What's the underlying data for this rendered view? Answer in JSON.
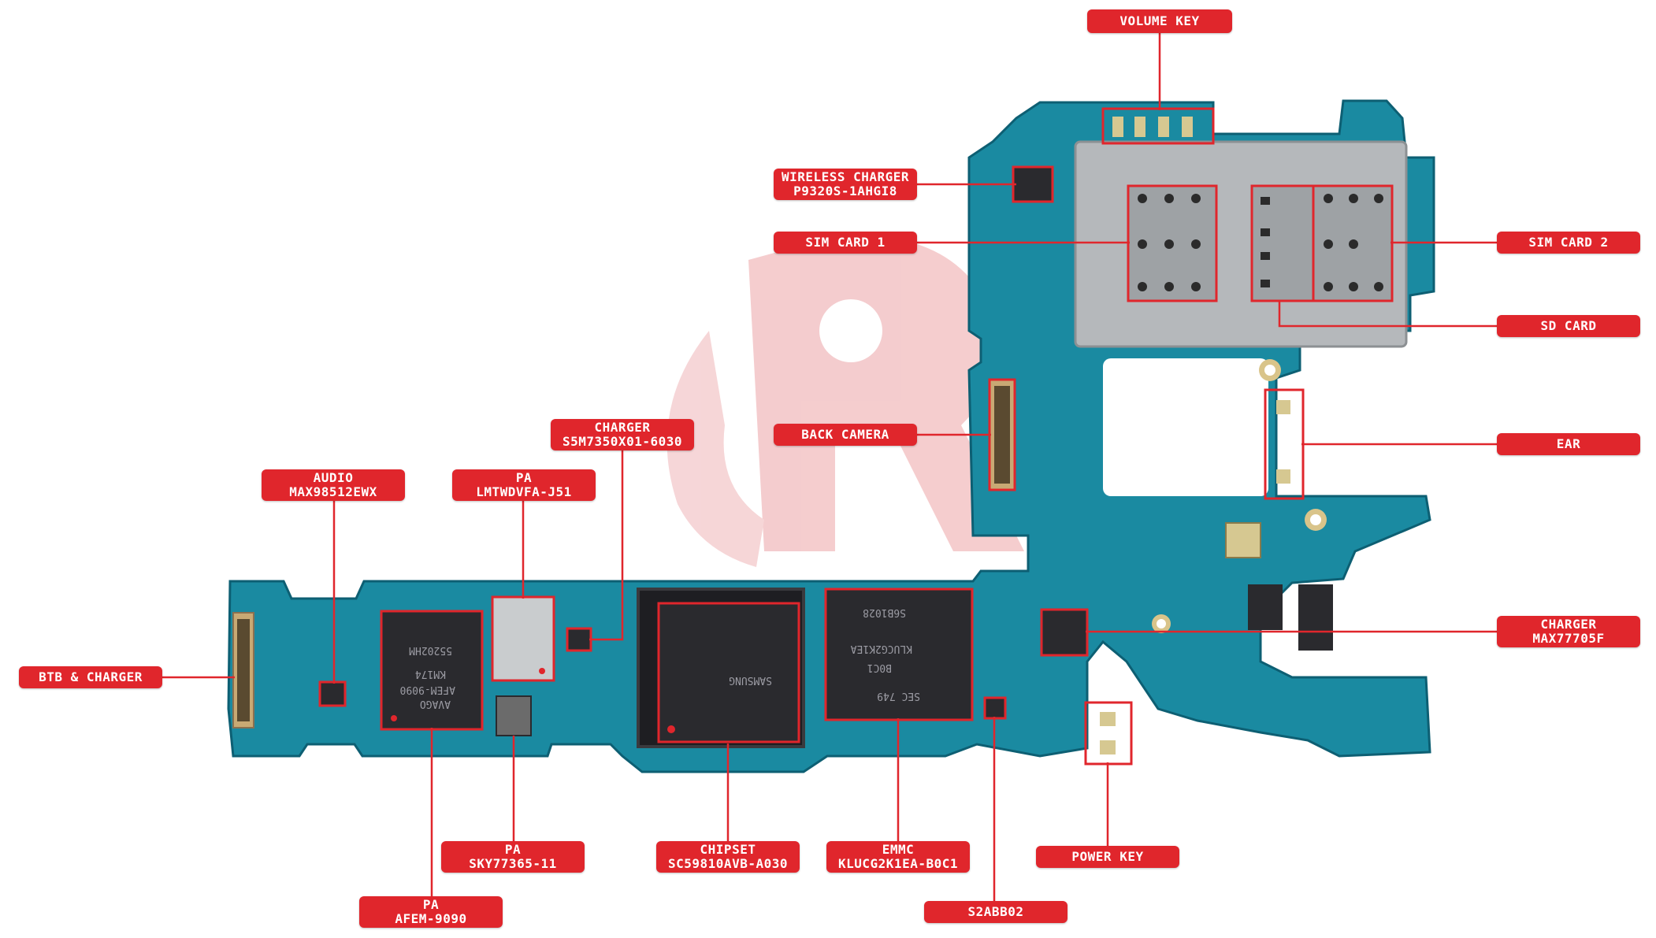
{
  "labels": {
    "volume_key": "VOLUME KEY",
    "wireless_charger_1": "WIRELESS CHARGER",
    "wireless_charger_2": "P9320S-1AHGI8",
    "sim_card_1": "SIM CARD 1",
    "sim_card_2": "SIM CARD 2",
    "sd_card": "SD CARD",
    "back_camera": "BACK CAMERA",
    "ear": "EAR",
    "charger_s5m_1": "CHARGER",
    "charger_s5m_2": "S5M7350X01-6030",
    "audio_1": "AUDIO",
    "audio_2": "MAX98512EWX",
    "pa_lmt_1": "PA",
    "pa_lmt_2": "LMTWDVFA-J51",
    "btb_charger": "BTB & CHARGER",
    "charger_max_1": "CHARGER",
    "charger_max_2": "MAX77705F",
    "pa_sky_1": "PA",
    "pa_sky_2": "SKY77365-11",
    "chipset_1": "CHIPSET",
    "chipset_2": "SC59810AVB-A030",
    "emmc_1": "EMMC",
    "emmc_2": "KLUCG2K1EA-B0C1",
    "power_key": "POWER KEY",
    "pa_afem_1": "PA",
    "pa_afem_2": "AFEM-9090",
    "s2abb02": "S2ABB02"
  },
  "chip_markings": {
    "chipset_text_1": "SAMSUNG",
    "emmc_text_1": "S6B1028",
    "emmc_text_2": "KLUCG2K1EA",
    "emmc_text_3": "B0C1",
    "emmc_text_4": "SEC 749",
    "pa_afem_text_1": "AVAGO",
    "pa_afem_text_2": "AFEM-9090",
    "pa_afem_text_3": "KM174",
    "pa_afem_text_4": "55202HM"
  },
  "colors": {
    "label_bg": "#e0262c",
    "pcb": "#1b8aa0",
    "pcb_dark": "#0f6f84",
    "chip": "#2a2a2e",
    "shield": "#b9bcbf",
    "leader": "#e0262c",
    "watermark": "#f3c4c6"
  }
}
